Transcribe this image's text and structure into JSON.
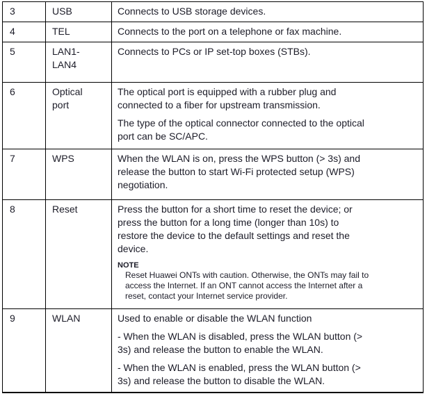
{
  "page": {
    "background_color": "#ffffff",
    "text_color": "#1c1c28",
    "border_color": "#000000"
  },
  "table": {
    "rows": [
      {
        "number": "3",
        "label": "USB",
        "paragraphs": [
          "Connects to USB storage devices."
        ]
      },
      {
        "number": "4",
        "label": "TEL",
        "paragraphs": [
          "Connects to the port on a telephone or fax machine."
        ]
      },
      {
        "number": "5",
        "label": "LAN1-\nLAN4",
        "paragraphs": [
          "Connects to PCs or IP set-top boxes (STBs)."
        ]
      },
      {
        "number": "6",
        "label": "Optical\nport",
        "paragraphs": [
          "The optical port is equipped with a rubber plug and\nconnected to a fiber for upstream transmission.",
          "The type of the optical connector connected to the optical\nport can be SC/APC."
        ]
      },
      {
        "number": "7",
        "label": "WPS",
        "paragraphs": [
          "When the WLAN is on, press the WPS button (> 3s) and\nrelease the button to start Wi-Fi protected setup (WPS)\nnegotiation."
        ]
      },
      {
        "number": "8",
        "label": "Reset",
        "paragraphs": [
          "Press the button for a short time to reset the device; or\npress the button for a long time (longer than 10s) to\nrestore the device to the default settings and reset the\ndevice."
        ],
        "note": {
          "title": "NOTE",
          "text": "Reset Huawei ONTs with caution. Otherwise, the ONTs may fail to\naccess the Internet. If an ONT cannot access the Internet after a\nreset, contact your Internet service provider."
        }
      },
      {
        "number": "9",
        "label": "WLAN",
        "paragraphs": [
          "Used to enable or disable the WLAN function",
          "- When the WLAN is disabled, press the WLAN button (>\n3s) and release the button to enable the WLAN.",
          "- When the WLAN is enabled, press the WLAN button (>\n3s) and release the button to disable the WLAN."
        ]
      }
    ]
  }
}
